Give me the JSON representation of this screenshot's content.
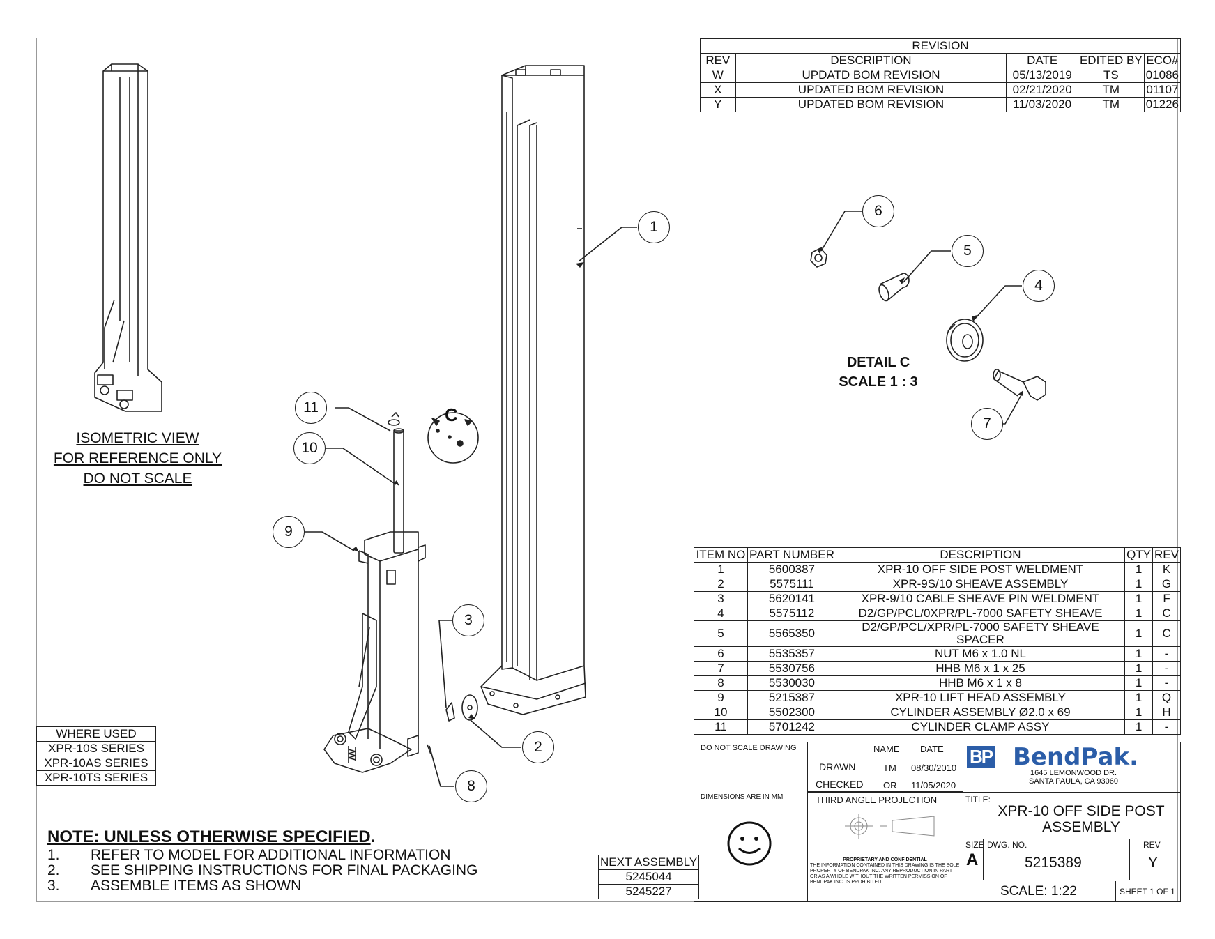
{
  "revision": {
    "title": "REVISION",
    "headers": [
      "REV",
      "DESCRIPTION",
      "DATE",
      "EDITED BY",
      "ECO#"
    ],
    "rows": [
      [
        "W",
        "UPDATD BOM REVISION",
        "05/13/2019",
        "TS",
        "01086"
      ],
      [
        "X",
        "UPDATED BOM REVISION",
        "02/21/2020",
        "TM",
        "01107"
      ],
      [
        "Y",
        "UPDATED BOM REVISION",
        "11/03/2020",
        "TM",
        "01226"
      ]
    ]
  },
  "bom": {
    "headers": [
      "ITEM NO",
      "PART NUMBER",
      "DESCRIPTION",
      "QTY",
      "REV"
    ],
    "rows": [
      [
        "1",
        "5600387",
        "XPR-10 OFF SIDE POST WELDMENT",
        "1",
        "K"
      ],
      [
        "2",
        "5575111",
        "XPR-9S/10 SHEAVE ASSEMBLY",
        "1",
        "G"
      ],
      [
        "3",
        "5620141",
        "XPR-9/10 CABLE SHEAVE PIN WELDMENT",
        "1",
        "F"
      ],
      [
        "4",
        "5575112",
        "D2/GP/PCL/0XPR/PL-7000 SAFETY SHEAVE",
        "1",
        "C"
      ],
      [
        "5",
        "5565350",
        "D2/GP/PCL/XPR/PL-7000 SAFETY SHEAVE SPACER",
        "1",
        "C"
      ],
      [
        "6",
        "5535357",
        "NUT M6 x 1.0 NL",
        "1",
        "-"
      ],
      [
        "7",
        "5530756",
        "HHB M6 x 1 x 25",
        "1",
        "-"
      ],
      [
        "8",
        "5530030",
        "HHB M6 x 1 x 8",
        "1",
        "-"
      ],
      [
        "9",
        "5215387",
        "XPR-10 LIFT HEAD ASSEMBLY",
        "1",
        "Q"
      ],
      [
        "10",
        "5502300",
        "CYLINDER ASSEMBLY Ø2.0 x 69",
        "1",
        "H"
      ],
      [
        "11",
        "5701242",
        "CYLINDER CLAMP ASSY",
        "1",
        "-"
      ]
    ]
  },
  "where_used": {
    "title": "WHERE USED",
    "items": [
      "XPR-10S SERIES",
      "XPR-10AS SERIES",
      "XPR-10TS SERIES"
    ]
  },
  "next_assembly": {
    "title": "NEXT ASSEMBLY",
    "items": [
      "5245044",
      "5245227"
    ]
  },
  "iso_note": [
    "ISOMETRIC VIEW",
    "FOR REFERENCE ONLY",
    "DO NOT SCALE"
  ],
  "detail": [
    "DETAIL C",
    "SCALE 1 : 3"
  ],
  "detail_callout": "C",
  "notes": {
    "title": "NOTE: UNLESS OTHERWISE SPECIFIED",
    "items": [
      [
        "1.",
        "REFER TO MODEL FOR ADDITIONAL INFORMATION"
      ],
      [
        "2.",
        "SEE SHIPPING INSTRUCTIONS FOR FINAL PACKAGING"
      ],
      [
        "3.",
        "ASSEMBLE ITEMS AS SHOWN"
      ]
    ]
  },
  "balloons": [
    "1",
    "2",
    "3",
    "4",
    "5",
    "6",
    "7",
    "8",
    "9",
    "10",
    "11"
  ],
  "title_block": {
    "do_not_scale": "DO NOT SCALE DRAWING",
    "name_label": "NAME",
    "date_label": "DATE",
    "drawn_label": "DRAWN",
    "drawn_name": "TM",
    "drawn_date": "08/30/2010",
    "checked_label": "CHECKED",
    "checked_name": "OR",
    "checked_date": "11/05/2020",
    "dimensions": "DIMENSIONS ARE IN MM",
    "projection": "THIRD ANGLE PROJECTION",
    "proprietary_title": "PROPRIETARY AND CONFIDENTIAL",
    "proprietary_text": "THE INFORMATION CONTAINED IN THIS DRAWING IS THE SOLE PROPERTY OF BENDPAK INC. ANY REPRODUCTION IN PART OR AS A WHOLE WITHOUT THE WRITTEN PERMISSION OF BENDPAK INC. IS PROHIBITED.",
    "logo_bp": "BP",
    "logo_name": "BendPak.",
    "address1": "1645 LEMONWOOD DR.",
    "address2": "SANTA PAULA, CA 93060",
    "title_label": "TITLE:",
    "title_line1": "XPR-10 OFF SIDE POST",
    "title_line2": "ASSEMBLY",
    "size_label": "SIZE",
    "size": "A",
    "dwg_label": "DWG.  NO.",
    "dwg_no": "5215389",
    "rev_label": "REV",
    "rev": "Y",
    "scale": "SCALE: 1:22",
    "sheet": "SHEET 1 OF 1"
  },
  "colors": {
    "line": "#222222",
    "logo_blue": "#2b5da8",
    "border": "#999999"
  }
}
